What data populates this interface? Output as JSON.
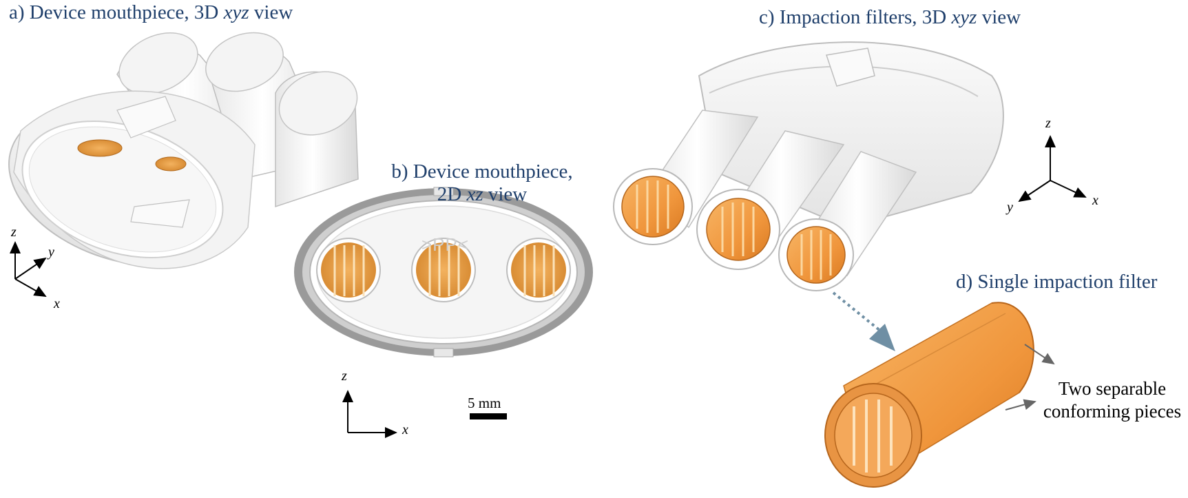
{
  "panels": {
    "a": {
      "title_pre": "a) Device mouthpiece, 3D ",
      "title_it": "xyz",
      "title_post": " view"
    },
    "b": {
      "line1": "b) Device mouthpiece,",
      "line2_pre": "2D ",
      "line2_it": "xz",
      "line2_post": " view"
    },
    "c": {
      "title_pre": "c) Impaction filters, 3D ",
      "title_it": "xyz",
      "title_post": " view"
    },
    "d": {
      "title": "d) Single impaction filter"
    }
  },
  "axes": {
    "a": {
      "z": "z",
      "y": "y",
      "x": "x"
    },
    "b": {
      "z": "z",
      "x": "x"
    },
    "c": {
      "z": "z",
      "y": "y",
      "x": "x"
    }
  },
  "embossed_text": ">PP<",
  "scale_bar": {
    "label": "5 mm"
  },
  "callout": {
    "line1": "Two separable",
    "line2": "conforming pieces"
  },
  "colors": {
    "title": "#1f3f6b",
    "filter_orange": "#f0a24a",
    "filter_dark": "#c9741f",
    "device_white": "#f7f7f7",
    "device_shadow": "#cfcfcf",
    "arrow_blue": "#6f8fa4"
  }
}
